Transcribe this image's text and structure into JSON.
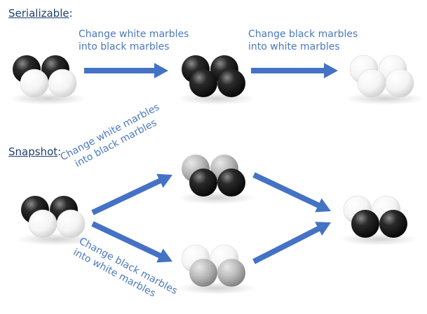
{
  "serializable": {
    "heading": "Serializable",
    "step1_label": [
      "Change white marbles",
      "into black marbles"
    ],
    "step2_label": [
      "Change black marbles",
      "into white marbles"
    ],
    "start_group": {
      "top": [
        "black",
        "black"
      ],
      "bottom": [
        "white",
        "white"
      ]
    },
    "mid_group": {
      "top": [
        "black",
        "black"
      ],
      "bottom": [
        "black",
        "black"
      ]
    },
    "end_group": {
      "top": [
        "white",
        "white"
      ],
      "bottom": [
        "white",
        "white"
      ]
    }
  },
  "snapshot": {
    "heading": "Snapshot",
    "upper_label": [
      "Change white marbles",
      "into black marbles"
    ],
    "lower_label": [
      "Change black marbles",
      "into white marbles"
    ],
    "start_group": {
      "top": [
        "black",
        "black"
      ],
      "bottom": [
        "white",
        "white"
      ]
    },
    "upper_group": {
      "top": [
        "gray",
        "gray"
      ],
      "bottom": [
        "black",
        "black"
      ]
    },
    "lower_group": {
      "top": [
        "white",
        "white"
      ],
      "bottom": [
        "gray",
        "gray"
      ]
    },
    "end_group": {
      "top": [
        "white",
        "white"
      ],
      "bottom": [
        "black",
        "black"
      ]
    }
  },
  "colors": {
    "arrow": "#4472c4",
    "label": "#4a79c0",
    "heading": "#1f3f6e"
  }
}
